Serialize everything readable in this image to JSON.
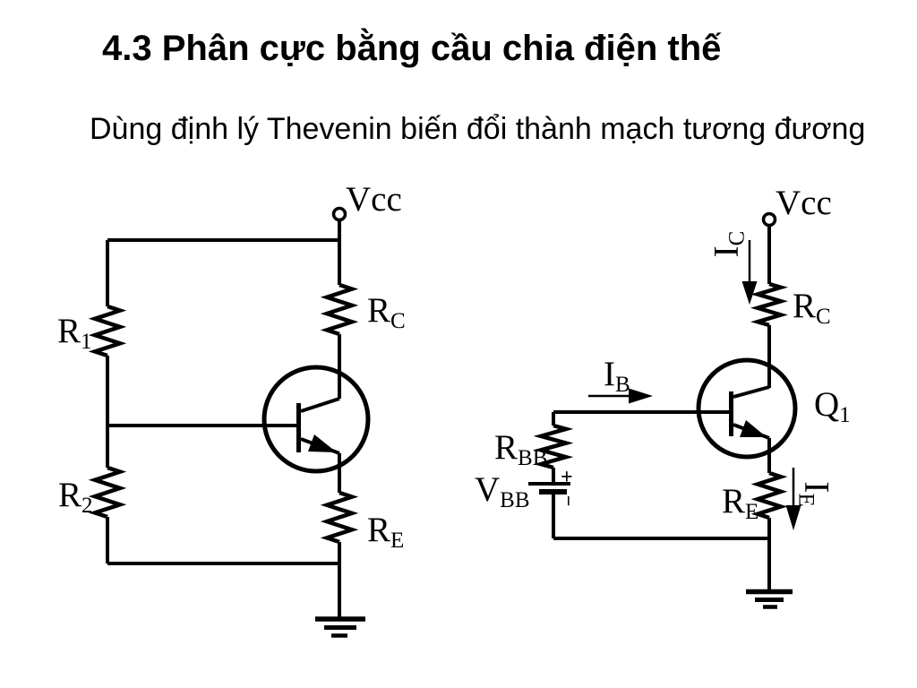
{
  "slide": {
    "title": "4.3 Phân cực bằng cầu chia điện thế",
    "subtitle": "Dùng định lý Thevenin biến đổi thành mạch tương đương"
  },
  "left_circuit": {
    "labels": {
      "vcc": "Vcc",
      "r1_base": "R",
      "r1_sub": "1",
      "r2_base": "R",
      "r2_sub": "2",
      "rc_base": "R",
      "rc_sub": "C",
      "re_base": "R",
      "re_sub": "E"
    }
  },
  "right_circuit": {
    "labels": {
      "vcc": "Vcc",
      "ic_base": "I",
      "ic_sub": "C",
      "ib_base": "I",
      "ib_sub": "B",
      "ie_base": "I",
      "ie_sub": "E",
      "rc_base": "R",
      "rc_sub": "C",
      "rbb_base": "R",
      "rbb_sub": "BB",
      "vbb_base": "V",
      "vbb_sub": "BB",
      "re_base": "R",
      "re_sub": "E",
      "q1_base": "Q",
      "q1_sub": "1",
      "battery_plus": "+",
      "battery_minus": "−"
    }
  }
}
